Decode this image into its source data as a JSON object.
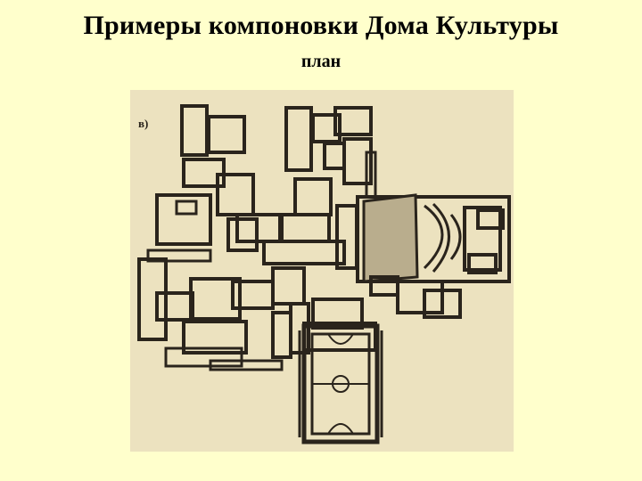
{
  "slide": {
    "title": "Примеры компоновки Дома Культуры",
    "subtitle": "план"
  },
  "plan": {
    "label": "в)",
    "background_color": "#ece2bf",
    "line_color": "#2a241c"
  }
}
